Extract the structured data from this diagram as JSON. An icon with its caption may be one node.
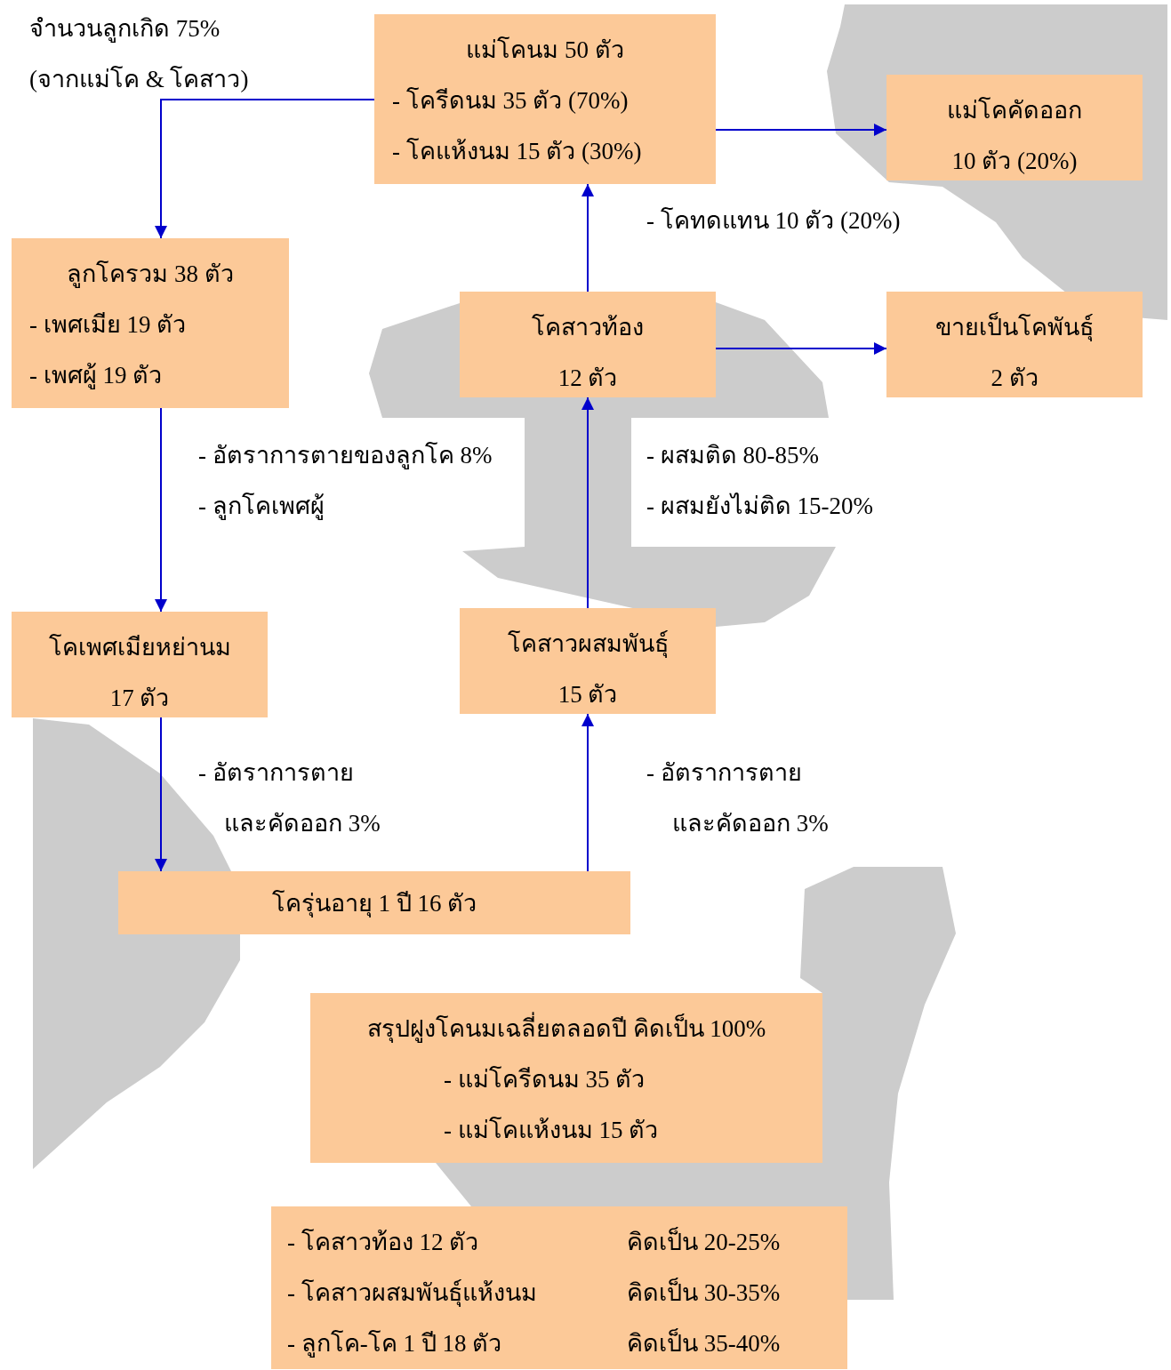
{
  "diagram": {
    "nodes": [
      {
        "text": [
          "แม่โคนม 50 ตัว",
          "- โครีดนม 35 ตัว (70%)",
          "- โคแห้งนม 15 ตัว (30%)"
        ]
      },
      {
        "text": [
          "แม่โคคัดออก",
          "10 ตัว (20%)"
        ]
      },
      {
        "text": [
          "ลูกโครวม 38 ตัว",
          "- เพศเมีย 19 ตัว",
          "- เพศผู้ 19 ตัว"
        ]
      },
      {
        "text": [
          "โคสาวท้อง",
          "12 ตัว"
        ]
      },
      {
        "text": [
          "ขายเป็นโคพันธุ์",
          "2 ตัว"
        ]
      },
      {
        "text": [
          "โคเพศเมียหย่านม",
          "17 ตัว"
        ]
      },
      {
        "text": [
          "โคสาวผสมพันธุ์",
          "15 ตัว"
        ]
      },
      {
        "text": [
          "โครุ่นอายุ 1 ปี 16 ตัว"
        ]
      },
      {
        "text": [
          "สรุปฝูงโคนมเฉลี่ยตลอดปี คิดเป็น 100%",
          "- แม่โครีดนม 35 ตัว",
          "- แม่โคแห้งนม 15 ตัว"
        ]
      },
      {
        "text": [
          "- โคสาวท้อง 12 ตัว",
          "คิดเป็น 20-25%",
          "- โคสาวผสมพันธุ์แห้งนม",
          "คิดเป็น 30-35%",
          "- ลูกโค-โค 1 ปี 18 ตัว",
          "คิดเป็น 35-40%"
        ]
      }
    ],
    "edges": [
      {
        "from": 0,
        "to": 2,
        "arrow": "to"
      },
      {
        "from": 0,
        "to": 1,
        "arrow": "to"
      },
      {
        "from": 3,
        "to": 0,
        "arrow": "to"
      },
      {
        "from": 3,
        "to": 4,
        "arrow": "to"
      },
      {
        "from": 2,
        "to": 5,
        "arrow": "to"
      },
      {
        "from": 5,
        "to": 7,
        "arrow": "to"
      },
      {
        "from": 7,
        "to": 6,
        "arrow": "to"
      },
      {
        "from": 6,
        "to": 3,
        "arrow": "to"
      }
    ],
    "labels": [
      "จำนวนลูกเกิด 75%",
      "(จากแม่โค & โคสาว)",
      "- โคทดแทน 10 ตัว (20%)",
      "- อัตราการตายของลูกโค 8%",
      "- ลูกโคเพศผู้",
      "- ผสมติด 80-85%",
      "- ผสมยังไม่ติด 15-20%",
      "- อัตราการตาย",
      "และคัดออก 3%",
      "- อัตราการตาย",
      "และคัดออก 3%"
    ]
  }
}
